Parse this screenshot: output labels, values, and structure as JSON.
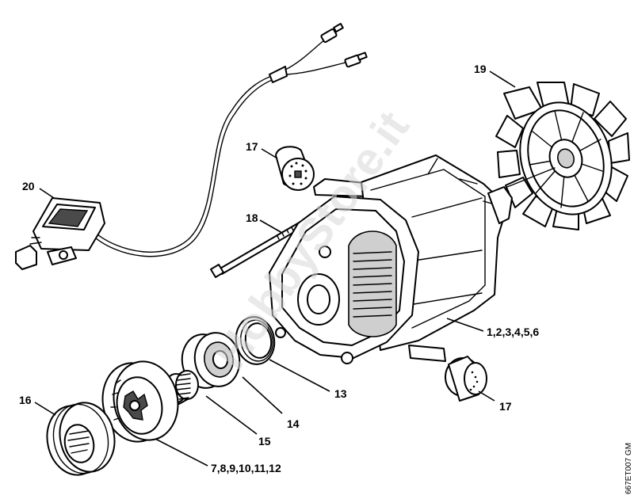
{
  "diagram": {
    "callouts": {
      "c20": "20",
      "c17a": "17",
      "c18": "18",
      "c19": "19",
      "c16": "16",
      "c15": "15",
      "c14": "14",
      "c13": "13",
      "c17b": "17",
      "c123456": "1,2,3,4,5,6",
      "c789": "7,8,9,10,11,12"
    },
    "drawing_code": "667ET007 GM",
    "watermark": "HobbyStore.it"
  }
}
